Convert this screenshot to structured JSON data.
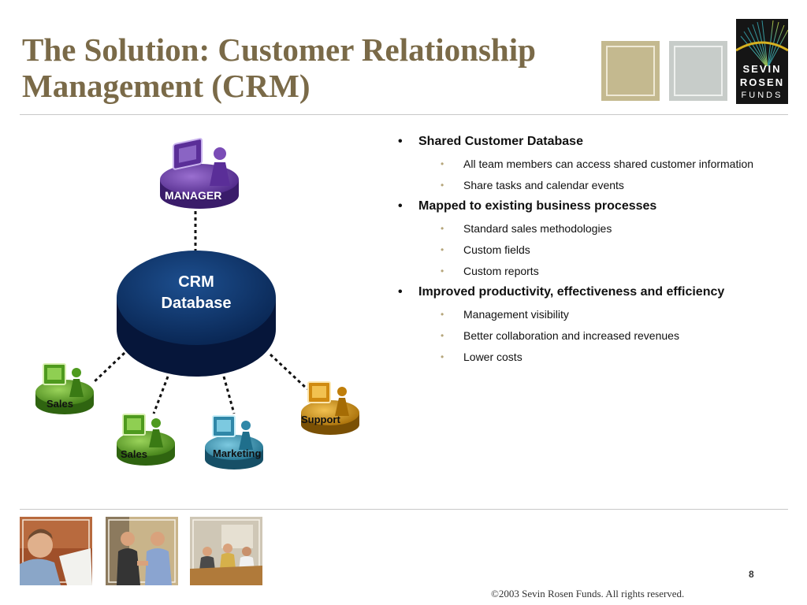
{
  "slide": {
    "title_line1": "The Solution: Customer Relationship",
    "title_line2": "Management (CRM)",
    "page_number": "8",
    "copyright": "©2003 Sevin Rosen Funds. All rights reserved."
  },
  "logo": {
    "line1": "SEVIN",
    "line2": "ROSEN",
    "line3": "FUNDS"
  },
  "diagram": {
    "database_line1": "CRM",
    "database_line2": "Database",
    "manager": "MANAGER",
    "sales_left": "Sales",
    "sales_mid": "Sales",
    "marketing": "Marketing",
    "support": "Support"
  },
  "bullets": [
    {
      "text": "Shared Customer Database",
      "sub": [
        "All team members can access shared customer information",
        "Share tasks and calendar events"
      ]
    },
    {
      "text": "Mapped to existing business processes",
      "sub": [
        "Standard sales methodologies",
        "Custom fields",
        "Custom reports"
      ]
    },
    {
      "text": "Improved productivity, effectiveness and efficiency",
      "sub": [
        "Management visibility",
        "Better collaboration and increased revenues",
        "Lower costs"
      ]
    }
  ],
  "colors": {
    "title": "#7a6a48",
    "database": "#0d2a5c",
    "manager": "#6e3fa3",
    "sales": "#6aa82a",
    "marketing": "#3d97b5",
    "support": "#d89a18"
  },
  "icons": [
    "computer-user-icon",
    "database-icon"
  ]
}
